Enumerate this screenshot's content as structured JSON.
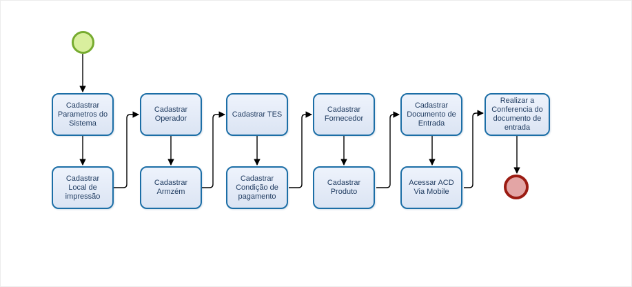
{
  "diagram_type": "bpmn-flowchart",
  "colors": {
    "background": "#ffffff",
    "task_border": "#1c6ea6",
    "task_fill_top": "#eef3fc",
    "task_fill_bottom": "#dbe4f3",
    "task_text": "#1e3a5f",
    "start_border": "#76ab2f",
    "start_fill": "#d9ef9e",
    "end_border": "#9b1b12",
    "end_fill": "#e3a5a5",
    "edge": "#000000"
  },
  "nodes": [
    {
      "id": "start",
      "type": "start_event",
      "label": ""
    },
    {
      "id": "t1",
      "type": "task",
      "label": "Cadastrar\nParametros do\nSistema"
    },
    {
      "id": "t2",
      "type": "task",
      "label": "Cadastrar\nLocal de\nimpressão"
    },
    {
      "id": "t3",
      "type": "task",
      "label": "Cadastrar\nOperador"
    },
    {
      "id": "t4",
      "type": "task",
      "label": "Cadastrar\nArmzém"
    },
    {
      "id": "t5",
      "type": "task",
      "label": "Cadastrar TES"
    },
    {
      "id": "t6",
      "type": "task",
      "label": "Cadastrar\nCondição de\npagamento"
    },
    {
      "id": "t7",
      "type": "task",
      "label": "Cadastrar\nFornecedor"
    },
    {
      "id": "t8",
      "type": "task",
      "label": "Cadastrar\nProduto"
    },
    {
      "id": "t9",
      "type": "task",
      "label": "Cadastrar\nDocumento de\nEntrada"
    },
    {
      "id": "t10",
      "type": "task",
      "label": "Acessar ACD\nVia Mobile"
    },
    {
      "id": "t11",
      "type": "task",
      "label": "Realizar a\nConferencia do\ndocumento de\nentrada"
    },
    {
      "id": "end",
      "type": "end_event",
      "label": ""
    }
  ],
  "edges": [
    {
      "from": "start",
      "to": "t1"
    },
    {
      "from": "t1",
      "to": "t2"
    },
    {
      "from": "t2",
      "to": "t3"
    },
    {
      "from": "t3",
      "to": "t4"
    },
    {
      "from": "t4",
      "to": "t5"
    },
    {
      "from": "t5",
      "to": "t6"
    },
    {
      "from": "t6",
      "to": "t7"
    },
    {
      "from": "t7",
      "to": "t8"
    },
    {
      "from": "t8",
      "to": "t9"
    },
    {
      "from": "t9",
      "to": "t10"
    },
    {
      "from": "t10",
      "to": "t11"
    },
    {
      "from": "t11",
      "to": "end"
    }
  ]
}
